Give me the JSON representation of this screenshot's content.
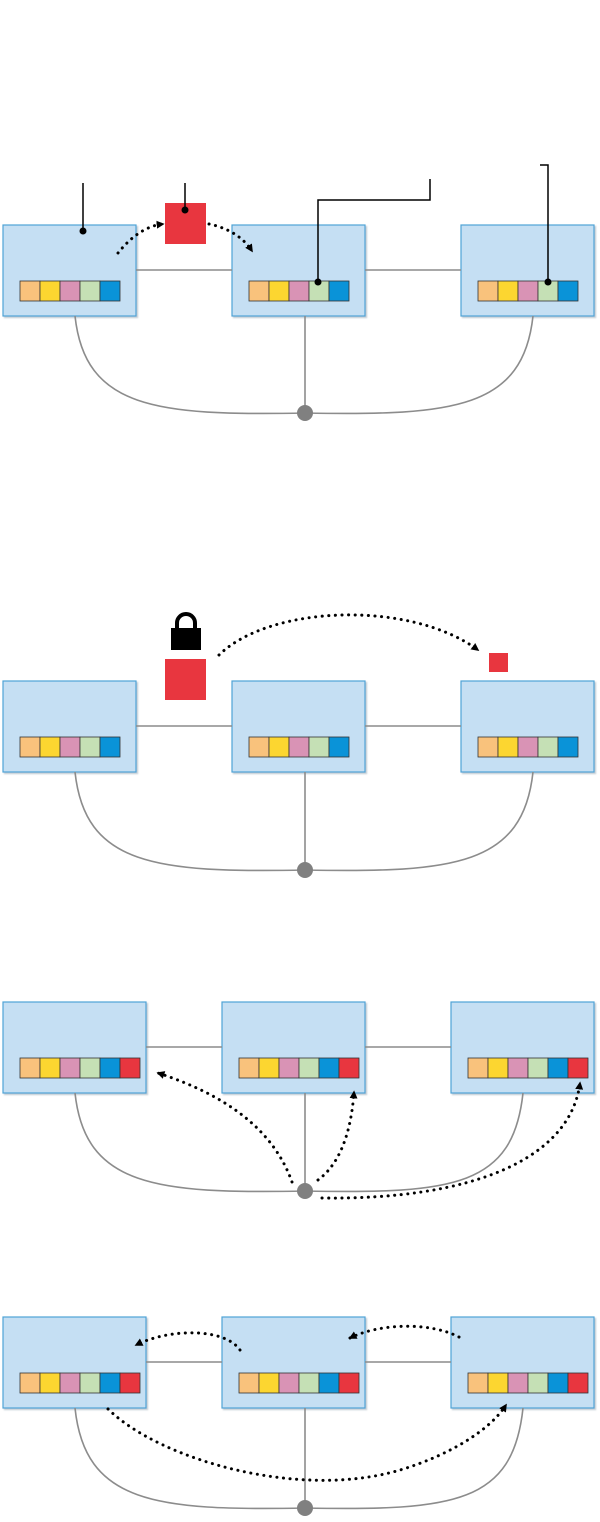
{
  "colors": {
    "node_fill": "#c5dff3",
    "node_stroke": "#4fa3d6",
    "link": "#8c8c8c",
    "hub": "#808080",
    "block": "#e8363f",
    "arrow": "#000000",
    "lock": "#000000",
    "cells": [
      "#f9c27c",
      "#fcd630",
      "#d993b5",
      "#c5e0b5",
      "#0a93d8",
      "#e8363f"
    ]
  },
  "icons": {
    "lock": "padlock-icon",
    "arrow": "dotted-arrow"
  },
  "panels": [
    {
      "id": "panel-1",
      "cells_per_node": 5,
      "description_labels": []
    },
    {
      "id": "panel-2",
      "cells_per_node": 5
    },
    {
      "id": "panel-3",
      "cells_per_node": 6
    },
    {
      "id": "panel-4",
      "cells_per_node": 6
    }
  ]
}
